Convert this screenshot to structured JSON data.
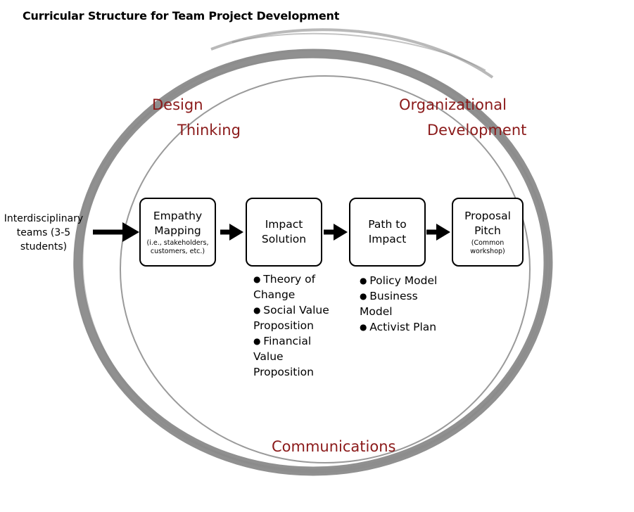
{
  "title": "Curricular Structure for Team Project Development",
  "themes": {
    "design_thinking_line1": "Design",
    "design_thinking_line2": "Thinking",
    "org_dev_line1": "Organizational",
    "org_dev_line2": "Development",
    "communications": "Communications"
  },
  "input": {
    "label": "Interdisciplinary teams (3-5 students)"
  },
  "stages": [
    {
      "title": "Empathy Mapping",
      "subtitle": "(i.e., stakeholders, customers, etc.)"
    },
    {
      "title": "Impact Solution",
      "subtitle": ""
    },
    {
      "title": "Path to Impact",
      "subtitle": ""
    },
    {
      "title": "Proposal Pitch",
      "subtitle": "(Common workshop)"
    }
  ],
  "impact_solution_bullets": [
    "Theory of Change",
    "Social Value Proposition",
    "Financial Value Proposition"
  ],
  "path_to_impact_bullets": [
    "Policy Model",
    "Business Model",
    "Activist Plan"
  ],
  "colors": {
    "theme_text": "#8b1a1a",
    "outer_ring": "#8a8a8a",
    "inner_ring": "#9a9a9a",
    "box_border": "#000000",
    "arrow": "#000000"
  },
  "icons": {
    "arrow": "right-arrow-icon",
    "bullet": "bullet-dot"
  }
}
